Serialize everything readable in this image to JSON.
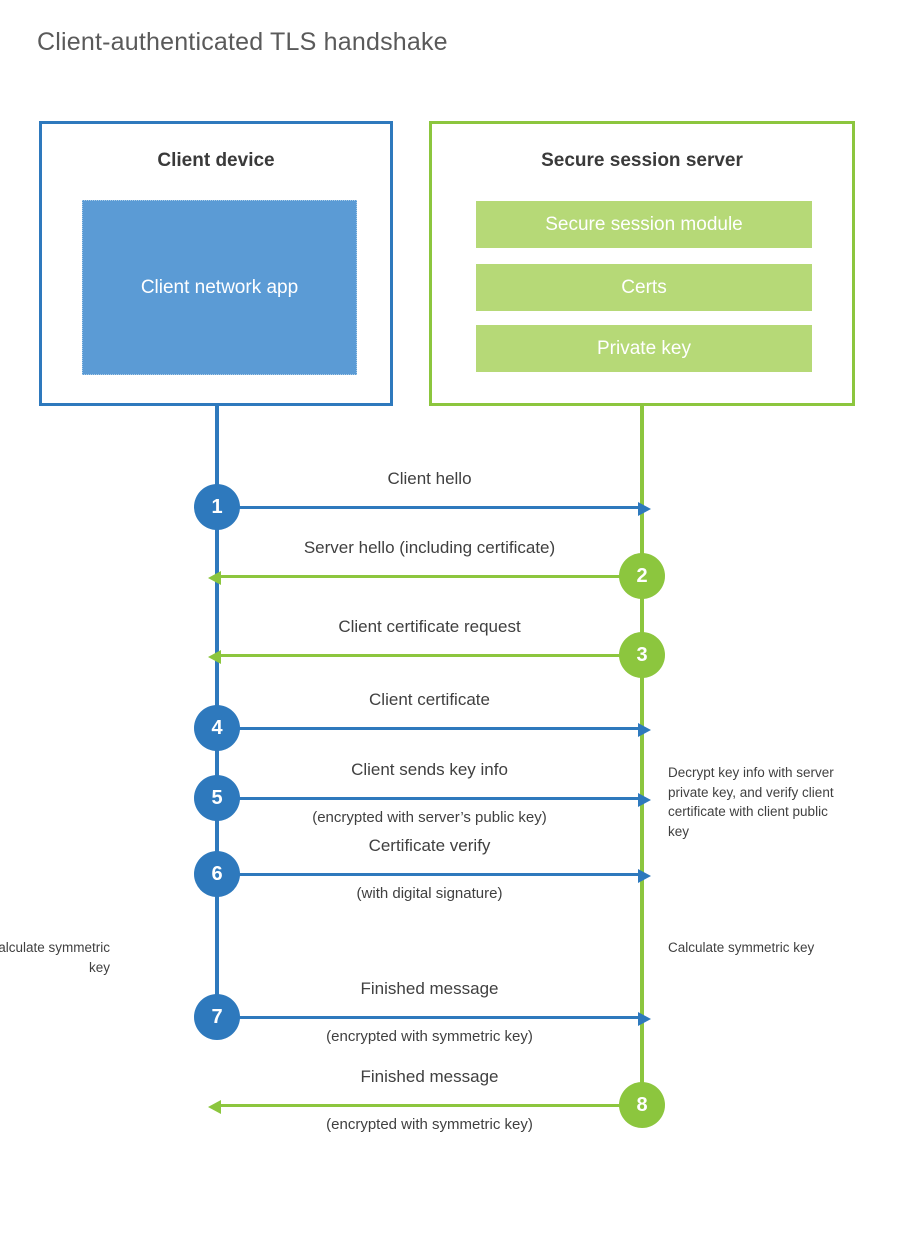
{
  "diagram": {
    "title": "Client-authenticated TLS handshake",
    "colors": {
      "client_blue": "#2e79bd",
      "client_app_fill": "#5b9bd5",
      "server_green": "#8cc63e",
      "server_block_fill": "#b6d977",
      "text": "#404040",
      "title_text": "#5a5a5a",
      "background": "#ffffff"
    }
  },
  "actors": {
    "client": {
      "title": "Client device",
      "app_label": "Client network app"
    },
    "server": {
      "title": "Secure session server",
      "modules": [
        "Secure session module",
        "Certs",
        "Private key"
      ]
    }
  },
  "steps": [
    {
      "number": "1",
      "label": "Client hello",
      "sub": "",
      "direction": "client-to-server",
      "color": "blue"
    },
    {
      "number": "2",
      "label": "Server hello (including certificate)",
      "sub": "",
      "direction": "server-to-client",
      "color": "green"
    },
    {
      "number": "3",
      "label": "Client certificate request",
      "sub": "",
      "direction": "server-to-client",
      "color": "green"
    },
    {
      "number": "4",
      "label": "Client certificate",
      "sub": "",
      "direction": "client-to-server",
      "color": "blue"
    },
    {
      "number": "5",
      "label": "Client sends key info",
      "sub": "(encrypted with server’s public key)",
      "direction": "client-to-server",
      "color": "blue"
    },
    {
      "number": "6",
      "label": "Certificate verify",
      "sub": "(with digital signature)",
      "direction": "client-to-server",
      "color": "blue"
    },
    {
      "number": "7",
      "label": "Finished message",
      "sub": "(encrypted with symmetric key)",
      "direction": "client-to-server",
      "color": "blue"
    },
    {
      "number": "8",
      "label": "Finished message",
      "sub": "(encrypted with symmetric key)",
      "direction": "server-to-client",
      "color": "green"
    }
  ],
  "notes": {
    "server_decrypt": "Decrypt key info with server private key, and verify client certificate with client public key",
    "client_calculate": "Calculate symmetric key",
    "server_calculate": "Calculate symmetric key"
  }
}
